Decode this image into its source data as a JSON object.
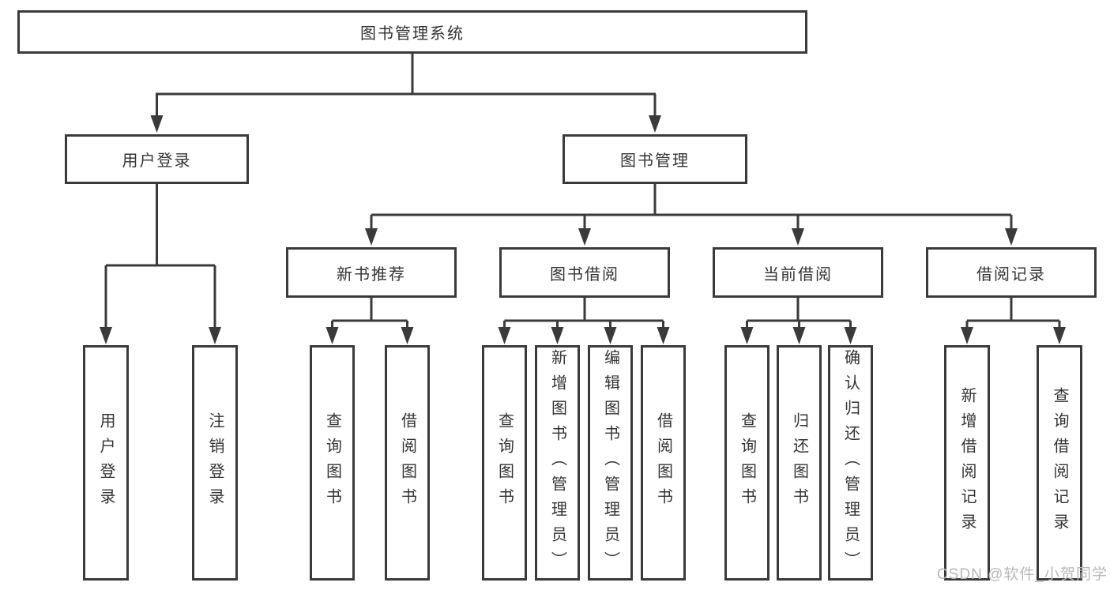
{
  "diagram": {
    "title": "图书管理系统",
    "tree": {
      "root": {
        "label": "图书管理系统"
      },
      "branches": [
        {
          "label": "用户登录",
          "children": [
            {
              "label": "用户登录"
            },
            {
              "label": "注销登录"
            }
          ]
        },
        {
          "label": "图书管理",
          "groups": [
            {
              "label": "新书推荐",
              "children": [
                {
                  "label": "查询图书"
                },
                {
                  "label": "借阅图书"
                }
              ]
            },
            {
              "label": "图书借阅",
              "children": [
                {
                  "label": "查询图书"
                },
                {
                  "label": "新增图书（管理员）"
                },
                {
                  "label": "编辑图书（管理员）"
                },
                {
                  "label": "借阅图书"
                }
              ]
            },
            {
              "label": "当前借阅",
              "children": [
                {
                  "label": "查询图书"
                },
                {
                  "label": "归还图书"
                },
                {
                  "label": "确认归还（管理员）"
                }
              ]
            },
            {
              "label": "借阅记录",
              "children": [
                {
                  "label": "新增借阅记录"
                },
                {
                  "label": "查询借阅记录"
                }
              ]
            }
          ]
        }
      ]
    },
    "colors": {
      "line": "#3a3a3a",
      "text": "#333333",
      "background": "#ffffff",
      "watermark_text": "#b8b8b8"
    }
  },
  "watermark": {
    "text": "CSDN @软件_小贺同学"
  }
}
